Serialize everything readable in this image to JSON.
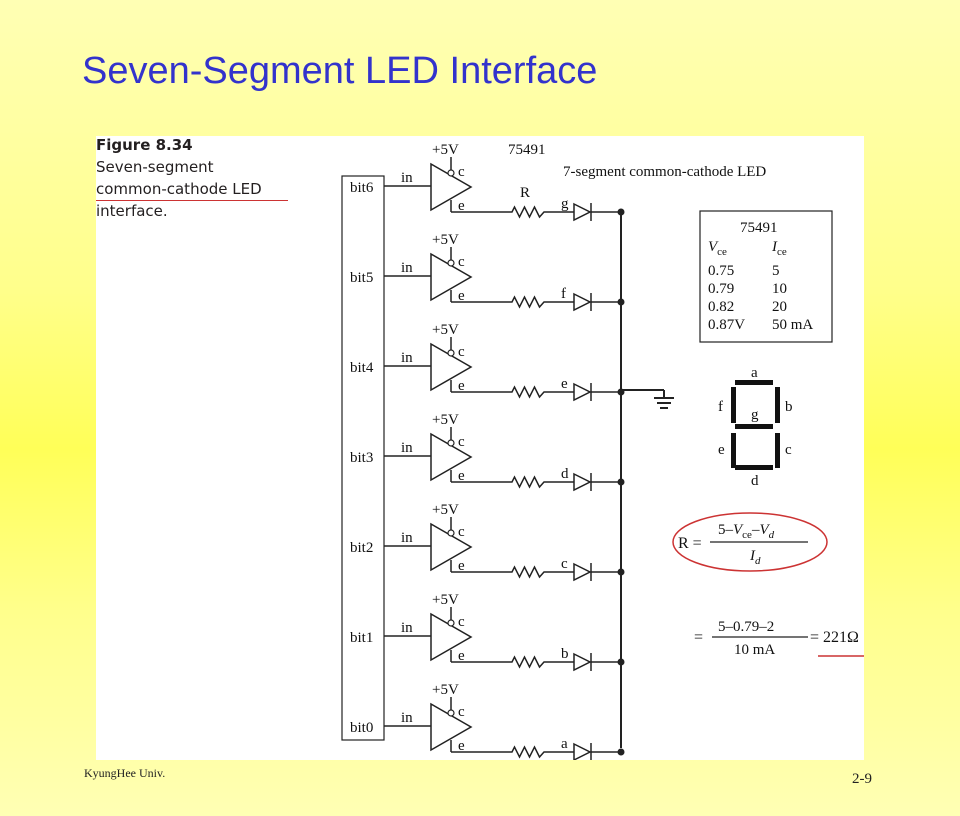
{
  "slide": {
    "title": "Seven-Segment LED Interface",
    "footer_left": "KyungHee Univ.",
    "page_number": "2-9"
  },
  "figure": {
    "number": "Figure 8.34",
    "caption_lines": [
      "Seven-segment",
      "common-cathode LED",
      "interface."
    ],
    "driver_chip": "75491",
    "led_label": "7-segment common-cathode LED",
    "supply_label": "+5V",
    "input_label": "in",
    "collector_label": "c",
    "emitter_label": "e",
    "resistor_label": "R",
    "stages": [
      {
        "bit": "bit6",
        "segment": "g"
      },
      {
        "bit": "bit5",
        "segment": "f"
      },
      {
        "bit": "bit4",
        "segment": "e"
      },
      {
        "bit": "bit3",
        "segment": "d"
      },
      {
        "bit": "bit2",
        "segment": "c"
      },
      {
        "bit": "bit1",
        "segment": "b"
      },
      {
        "bit": "bit0",
        "segment": "a"
      }
    ],
    "spec_table": {
      "title": "75491",
      "col_vce": "V",
      "col_vce_sub": "ce",
      "col_ice": "I",
      "col_ice_sub": "ce",
      "rows": [
        [
          "0.75",
          "5"
        ],
        [
          "0.79",
          "10"
        ],
        [
          "0.82",
          "20"
        ],
        [
          "0.87V",
          "50 mA"
        ]
      ]
    },
    "display_segments": [
      "a",
      "b",
      "c",
      "d",
      "e",
      "f",
      "g"
    ],
    "formula": {
      "lhs": "R =",
      "num_a": "5–",
      "num_v1": "V",
      "num_v1_sub": "ce",
      "num_dash": "–",
      "num_v2": "V",
      "num_v2_sub": "d",
      "den": "I",
      "den_sub": "d"
    },
    "calculation": {
      "lhs": "=",
      "numerator": "5–0.79–2",
      "denominator": "10 mA",
      "result": "= 221Ω"
    }
  },
  "colors": {
    "title": "#3333cc",
    "annotation_red": "#cc3333"
  }
}
